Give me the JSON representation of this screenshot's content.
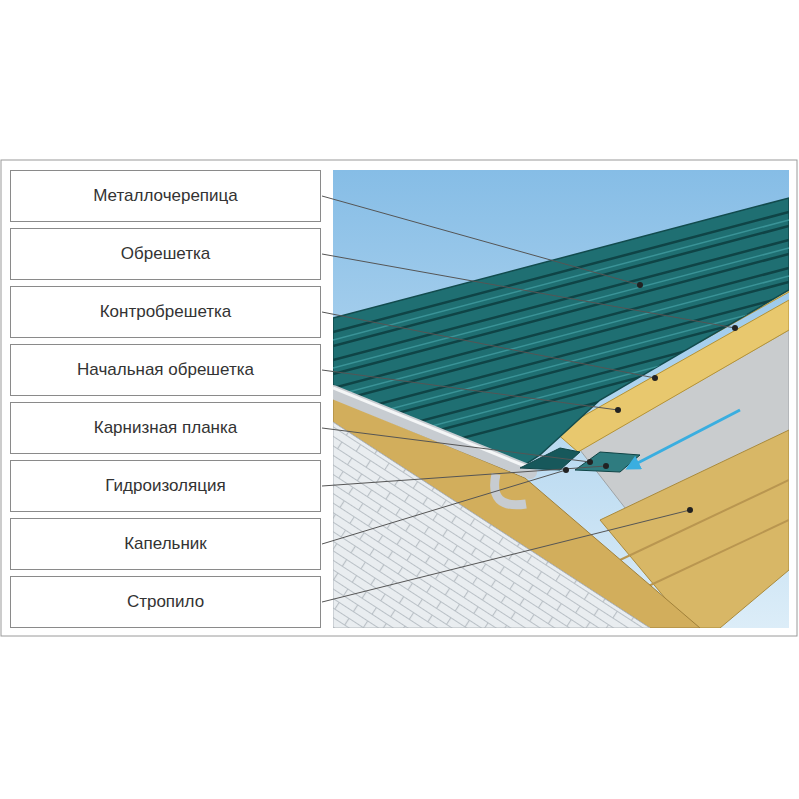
{
  "diagram": {
    "nodes": [
      {
        "text": [
          "Металлочерепица"
        ]
      },
      {
        "text": [
          "Обрешетка"
        ]
      },
      {
        "text": [
          "Контробрешетка"
        ]
      },
      {
        "text": [
          "Начальная обрешетка"
        ]
      },
      {
        "text": [
          "Карнизная планка"
        ]
      },
      {
        "text": [
          "Гидроизоляция"
        ]
      },
      {
        "text": [
          "Капельник"
        ]
      },
      {
        "text": [
          "Стропило"
        ]
      }
    ]
  }
}
